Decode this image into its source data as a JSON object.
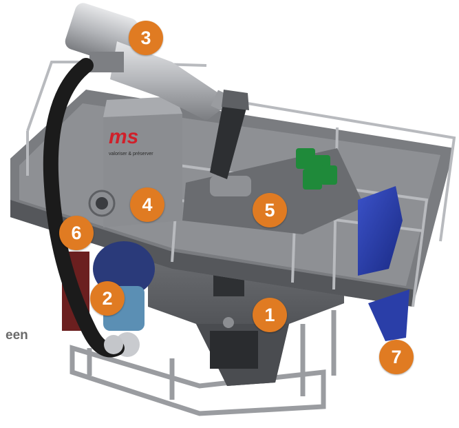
{
  "brand": {
    "logo_text": "ms",
    "tagline": "valoriser & préserver",
    "logo_color": "#d0202a"
  },
  "partial_label": "een",
  "callout_color": "#e07b22",
  "callouts": [
    {
      "id": "1",
      "label": "1"
    },
    {
      "id": "2",
      "label": "2"
    },
    {
      "id": "3",
      "label": "3"
    },
    {
      "id": "4",
      "label": "4"
    },
    {
      "id": "5",
      "label": "5"
    },
    {
      "id": "6",
      "label": "6"
    },
    {
      "id": "7",
      "label": "7"
    }
  ],
  "colors": {
    "frame": "#a7a9ad",
    "steel_dark": "#5a5c60",
    "hose": "#1b1b1b",
    "motor_blue": "#2a3ea8",
    "screen_green": "#1f8a3a"
  }
}
